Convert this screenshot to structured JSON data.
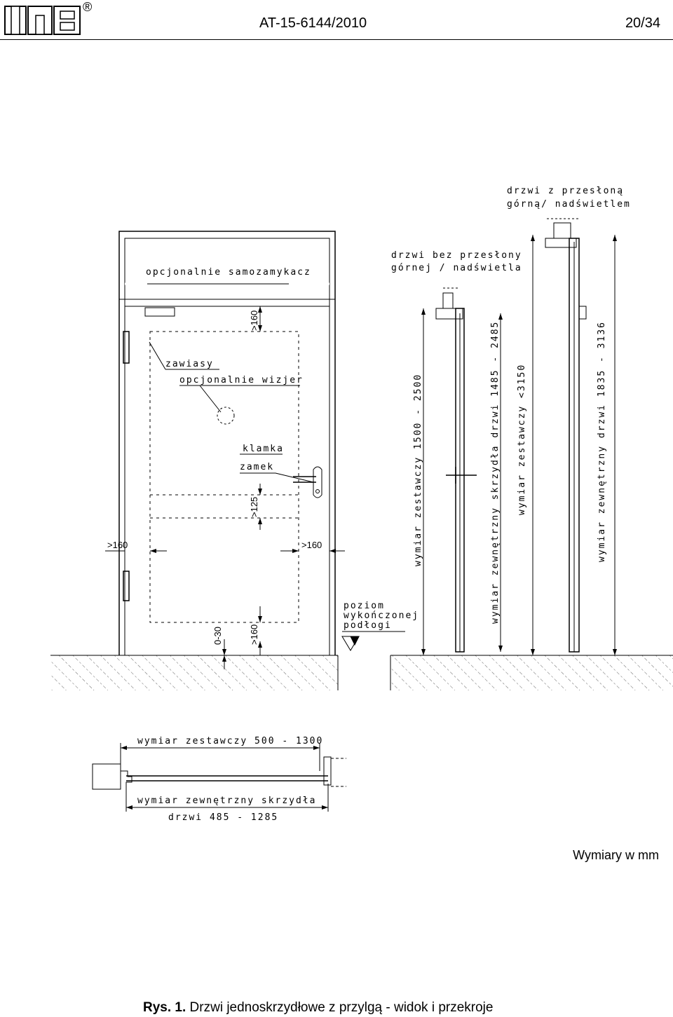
{
  "header": {
    "registered_mark": "®",
    "document_number": "AT-15-6144/2010",
    "page": "20/34",
    "logo_icon": "itb-logo-icon"
  },
  "front_view": {
    "closer_label": "opcjonalnie samozamykacz",
    "hinges_label": "zawiasy",
    "peephole_label": "opcjonalnie wizjer",
    "handle_label": "klamka",
    "lock_label": "zamek",
    "dim_top": ">160",
    "dim_lock": ">125",
    "dim_left": ">160",
    "dim_right": ">160",
    "dim_bottom": ">160",
    "dim_gap": "0-30",
    "floor_label_1": "poziom",
    "floor_label_2": "wykończonej",
    "floor_label_3": "podłogi"
  },
  "section_view": {
    "no_transom_label_1": "drzwi bez przesłony",
    "no_transom_label_2": "górnej / nadświetla",
    "transom_label_1": "drzwi z przesłoną",
    "transom_label_2": "górną/ nadświetlem",
    "dim_install_1": "wymiar zestawczy 1500 - 2500",
    "dim_leaf_outer": "wymiar zewnętrzny skrzydła drzwi 1485 - 2485",
    "dim_install_2": "wymiar zestawczy <3150",
    "dim_door_outer": "wymiar zewnętrzny drzwi 1835 - 3136"
  },
  "plan_view": {
    "dim_install_width": "wymiar zestawczy 500 - 1300",
    "dim_leaf_width_1": "wymiar zewnętrzny skrzydła",
    "dim_leaf_width_2": "drzwi 485 - 1285"
  },
  "units_note": "Wymiary w mm",
  "caption": {
    "label": "Rys. 1.",
    "text": "Drzwi jednoskrzydłowe z przylgą - widok i przekroje"
  }
}
